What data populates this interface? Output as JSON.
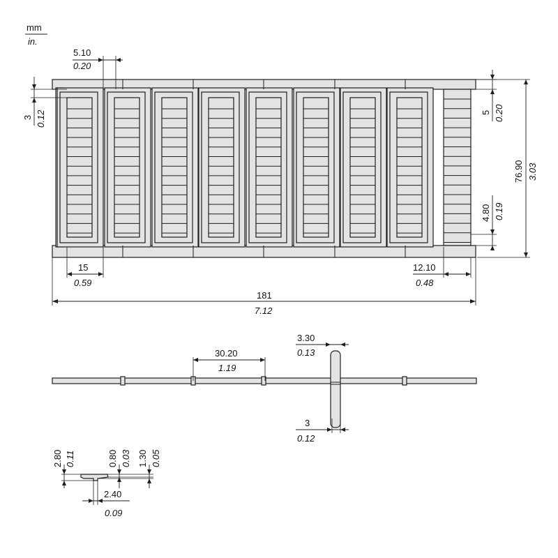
{
  "units": {
    "primary": "mm",
    "secondary": "in."
  },
  "dimensions": {
    "tab_width": {
      "mm": "5.10",
      "in": "0.20"
    },
    "top_offset": {
      "mm": "3",
      "in": "0.12"
    },
    "label_pitch": {
      "mm": "5",
      "in": "0.20"
    },
    "total_height": {
      "mm": "76.90",
      "in": "3.03"
    },
    "label_height": {
      "mm": "4.80",
      "in": "0.19"
    },
    "frame_width": {
      "mm": "15",
      "in": "0.59"
    },
    "end_width": {
      "mm": "12.10",
      "in": "0.48"
    },
    "total_length": {
      "mm": "181",
      "in": "7.12"
    },
    "segment_pitch": {
      "mm": "30.20",
      "in": "1.19"
    },
    "rib_width": {
      "mm": "3.30",
      "in": "0.13"
    },
    "rib_inner": {
      "mm": "3",
      "in": "0.12"
    },
    "thickness": {
      "mm": "2.80",
      "in": "0.11"
    },
    "web": {
      "mm": "0.80",
      "in": "0.03"
    },
    "lip": {
      "mm": "1.30",
      "in": "0.05"
    },
    "stem": {
      "mm": "2.40",
      "in": "0.09"
    }
  }
}
